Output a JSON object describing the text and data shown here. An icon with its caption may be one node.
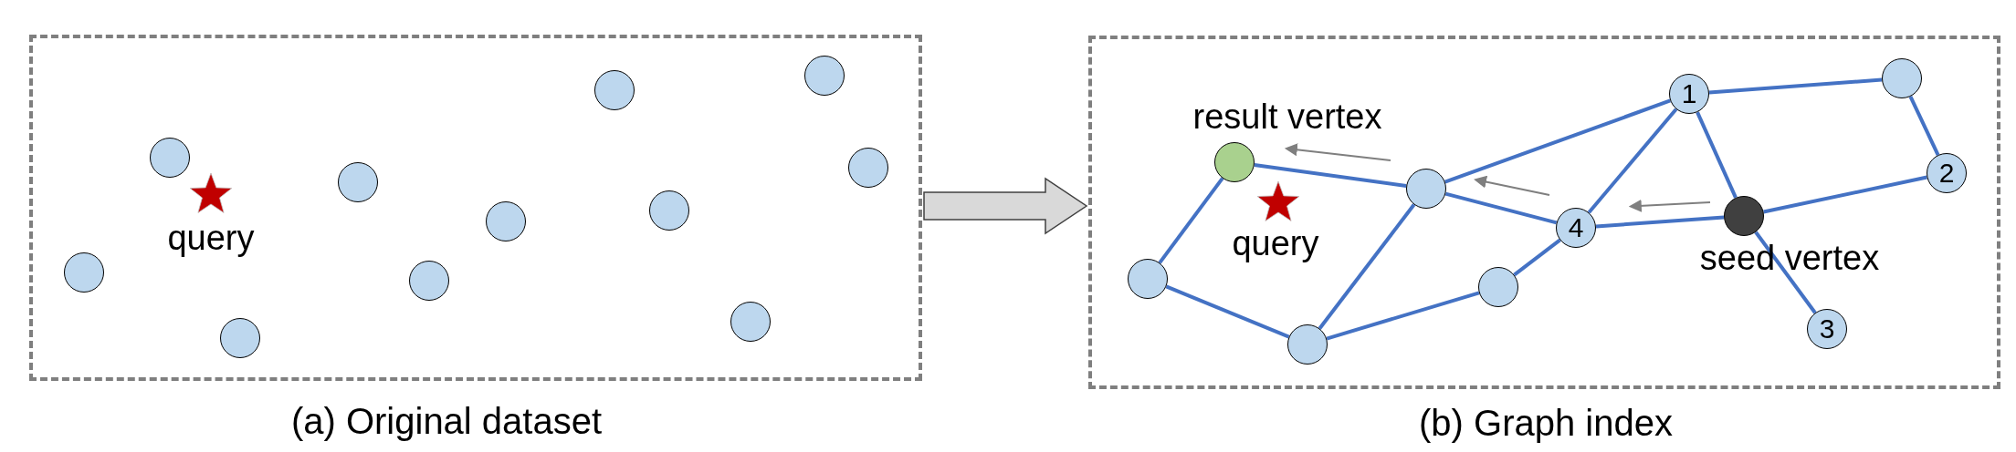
{
  "diagram": {
    "nodes": [
      {
        "text": [
          "(a) Original dataset"
        ]
      },
      {
        "text": [],
        "shape": "star",
        "beside": [
          "query"
        ],
        "in": 0
      },
      {
        "text": [],
        "shape": "circle",
        "in": 0
      },
      {
        "text": [],
        "shape": "circle",
        "in": 0
      },
      {
        "text": [],
        "shape": "circle",
        "in": 0
      },
      {
        "text": [],
        "shape": "circle",
        "in": 0
      },
      {
        "text": [],
        "shape": "circle",
        "in": 0
      },
      {
        "text": [],
        "shape": "circle",
        "in": 0
      },
      {
        "text": [],
        "shape": "circle",
        "in": 0
      },
      {
        "text": [],
        "shape": "circle",
        "in": 0
      },
      {
        "text": [],
        "shape": "circle",
        "in": 0
      },
      {
        "text": [],
        "shape": "circle",
        "in": 0
      },
      {
        "text": [],
        "shape": "circle",
        "in": 0
      },
      {
        "text": [
          "(b) Graph index"
        ]
      },
      {
        "text": [
          "1"
        ],
        "in": 13
      },
      {
        "text": [],
        "shape": "circle",
        "in": 13
      },
      {
        "text": [],
        "shape": "circle",
        "beside": [
          "result vertex"
        ],
        "in": 13
      },
      {
        "text": [
          "2"
        ],
        "in": 13
      },
      {
        "text": [],
        "shape": "circle",
        "in": 13
      },
      {
        "text": [],
        "shape": "star",
        "beside": [
          "query"
        ],
        "in": 13
      },
      {
        "text": [],
        "shape": "circle",
        "beside": [
          "seed vertex"
        ],
        "in": 13
      },
      {
        "text": [
          "4"
        ],
        "in": 13
      },
      {
        "text": [],
        "shape": "circle",
        "in": 13
      },
      {
        "text": [],
        "shape": "circle",
        "in": 13
      },
      {
        "text": [
          "3"
        ],
        "in": 13
      },
      {
        "text": [],
        "shape": "circle",
        "in": 13
      }
    ],
    "edges": [
      {
        "from": 0,
        "to": 13,
        "arrow": "to",
        "style": "thick",
        "color": "#d9d9d9"
      },
      {
        "from": 16,
        "to": 18,
        "arrow": "none"
      },
      {
        "from": 16,
        "to": 22,
        "arrow": "none"
      },
      {
        "from": 22,
        "to": 25,
        "arrow": "none"
      },
      {
        "from": 25,
        "to": 18,
        "arrow": "none"
      },
      {
        "from": 25,
        "to": 23,
        "arrow": "none"
      },
      {
        "from": 23,
        "to": 21,
        "arrow": "none"
      },
      {
        "from": 18,
        "to": 21,
        "arrow": "none"
      },
      {
        "from": 18,
        "to": 14,
        "arrow": "none"
      },
      {
        "from": 14,
        "to": 21,
        "arrow": "none"
      },
      {
        "from": 14,
        "to": 15,
        "arrow": "none"
      },
      {
        "from": 15,
        "to": 17,
        "arrow": "none"
      },
      {
        "from": 14,
        "to": 20,
        "arrow": "none"
      },
      {
        "from": 20,
        "to": 17,
        "arrow": "none"
      },
      {
        "from": 20,
        "to": 21,
        "arrow": "none"
      },
      {
        "from": 20,
        "to": 24,
        "arrow": "none"
      }
    ]
  }
}
